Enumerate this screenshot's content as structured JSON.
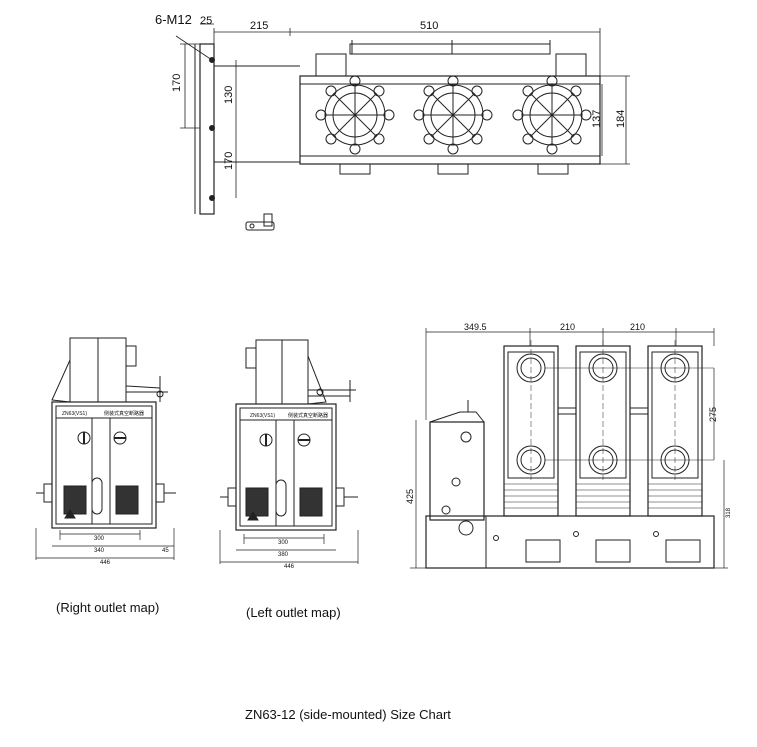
{
  "top_view": {
    "bolt_label": "6-M12",
    "dim_25": "25",
    "dim_215": "215",
    "dim_510": "510",
    "dim_170_upper": "170",
    "dim_130": "130",
    "dim_170_lower": "170",
    "dim_137": "137",
    "dim_184": "184"
  },
  "right_outlet": {
    "panel_label": "ZN63(VS1)",
    "panel_title": "侧装式真空断路器",
    "dim_300": "300",
    "dim_340": "340",
    "dim_45": "45",
    "dim_446": "446",
    "caption": "(Right outlet map)"
  },
  "left_outlet": {
    "panel_label": "ZN63(VS1)",
    "panel_title": "侧装式真空断路器",
    "dim_300": "300",
    "dim_380": "380",
    "dim_446": "446",
    "caption": "(Left outlet map)"
  },
  "side_view": {
    "dim_349_5": "349.5",
    "dim_210_a": "210",
    "dim_210_b": "210",
    "dim_275": "275",
    "dim_425": "425",
    "dim_318": "318"
  },
  "title": "ZN63-12 (side-mounted) Size Chart"
}
